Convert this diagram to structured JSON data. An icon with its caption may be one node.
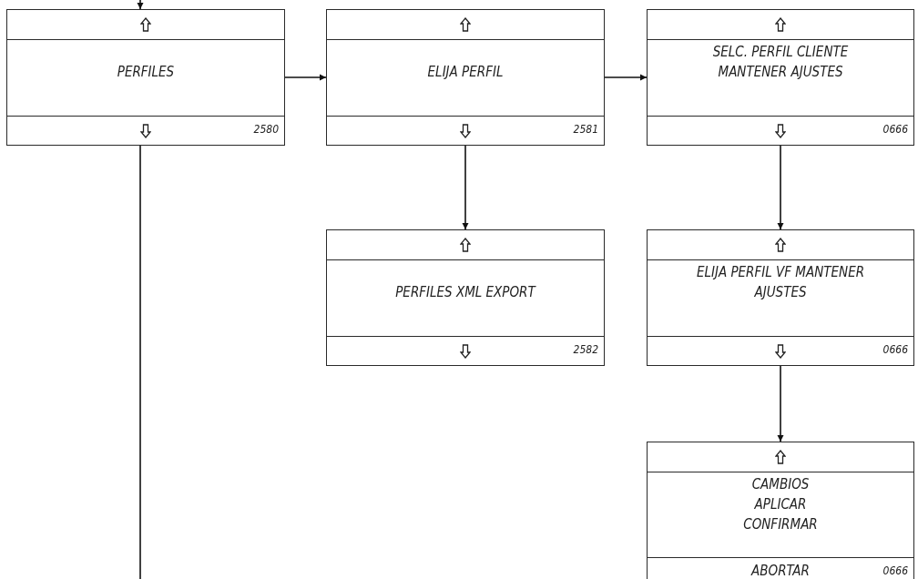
{
  "diagram": {
    "nodes": [
      {
        "text": [
          "PERFILES",
          "2580"
        ]
      },
      {
        "text": [
          "ELIJA PERFIL",
          "2581"
        ]
      },
      {
        "text": [
          "SELC. PERFIL CLIENTE MANTENER AJUSTES",
          "0666"
        ]
      },
      {
        "text": [
          "PERFILES XML EXPORT",
          "2582"
        ]
      },
      {
        "text": [
          "ELIJA PERFIL VF MANTENER AJUSTES",
          "0666"
        ]
      },
      {
        "text": [
          "CAMBIOS APLICAR CONFIRMAR",
          "ABORTAR",
          "0666"
        ]
      }
    ],
    "edges": [
      {
        "from": null,
        "to": 0,
        "arrow": "to"
      },
      {
        "from": 0,
        "to": null,
        "arrow": "none"
      },
      {
        "from": 0,
        "to": 1,
        "arrow": "to"
      },
      {
        "from": 1,
        "to": 2,
        "arrow": "to"
      },
      {
        "from": 1,
        "to": 3,
        "arrow": "to"
      },
      {
        "from": 2,
        "to": 4,
        "arrow": "to"
      },
      {
        "from": 4,
        "to": 5,
        "arrow": "to"
      }
    ]
  }
}
